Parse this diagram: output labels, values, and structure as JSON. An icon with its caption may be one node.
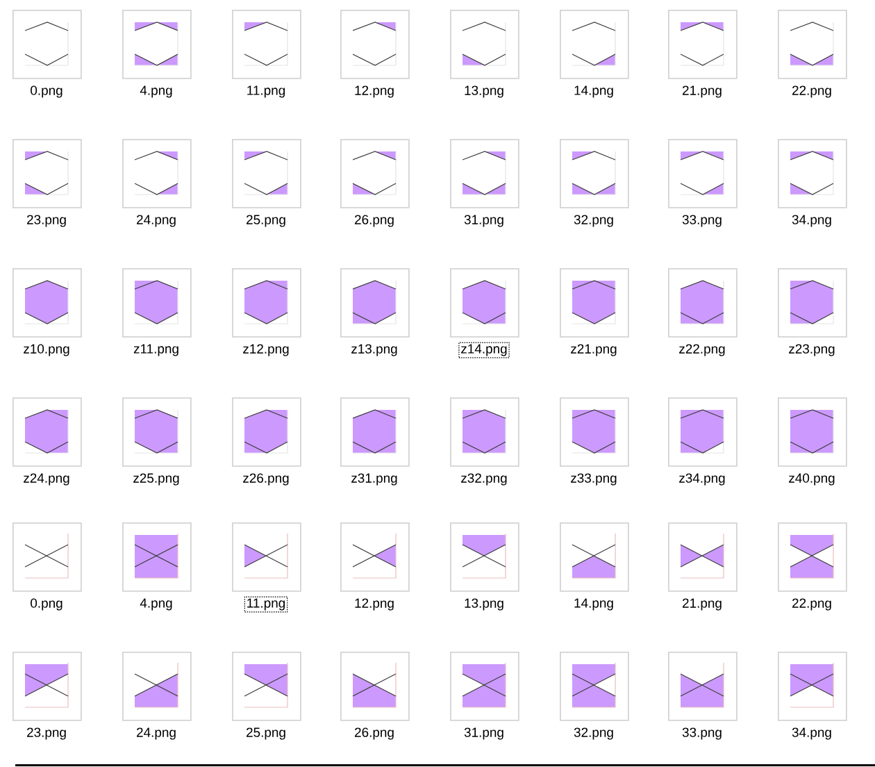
{
  "diagram": {
    "nodes": [
      {
        "text": [],
        "shape": "picture",
        "beside": [
          "0.png"
        ]
      },
      {
        "text": [],
        "shape": "picture",
        "beside": [
          "4.png"
        ]
      },
      {
        "text": [],
        "shape": "picture",
        "beside": [
          "11.png"
        ]
      },
      {
        "text": [],
        "shape": "picture",
        "beside": [
          "12.png"
        ]
      },
      {
        "text": [],
        "shape": "picture",
        "beside": [
          "13.png"
        ]
      },
      {
        "text": [],
        "shape": "picture",
        "beside": [
          "14.png"
        ]
      },
      {
        "text": [],
        "shape": "picture",
        "beside": [
          "21.png"
        ]
      },
      {
        "text": [],
        "shape": "picture",
        "beside": [
          "22.png"
        ]
      },
      {
        "text": [],
        "shape": "picture",
        "beside": [
          "23.png"
        ]
      },
      {
        "text": [],
        "shape": "picture",
        "beside": [
          "24.png"
        ]
      },
      {
        "text": [],
        "shape": "picture",
        "beside": [
          "25.png"
        ]
      },
      {
        "text": [],
        "shape": "picture",
        "beside": [
          "26.png"
        ]
      },
      {
        "text": [],
        "shape": "picture",
        "beside": [
          "31.png"
        ]
      },
      {
        "text": [],
        "shape": "picture",
        "beside": [
          "32.png"
        ]
      },
      {
        "text": [],
        "shape": "picture",
        "beside": [
          "33.png"
        ]
      },
      {
        "text": [],
        "shape": "picture",
        "beside": [
          "34.png"
        ]
      },
      {
        "text": [],
        "shape": "picture",
        "beside": [
          "z10.png"
        ]
      },
      {
        "text": [],
        "shape": "picture",
        "beside": [
          "z11.png"
        ]
      },
      {
        "text": [],
        "shape": "picture",
        "beside": [
          "z12.png"
        ]
      },
      {
        "text": [],
        "shape": "picture",
        "beside": [
          "z13.png"
        ]
      },
      {
        "text": [],
        "shape": "picture",
        "beside": [
          "z14.png"
        ]
      },
      {
        "text": [],
        "shape": "picture",
        "beside": [
          "z21.png"
        ]
      },
      {
        "text": [],
        "shape": "picture",
        "beside": [
          "z22.png"
        ]
      },
      {
        "text": [],
        "shape": "picture",
        "beside": [
          "z23.png"
        ]
      },
      {
        "text": [],
        "shape": "picture",
        "beside": [
          "z24.png"
        ]
      },
      {
        "text": [],
        "shape": "picture",
        "beside": [
          "z25.png"
        ]
      },
      {
        "text": [],
        "shape": "picture",
        "beside": [
          "z26.png"
        ]
      },
      {
        "text": [],
        "shape": "picture",
        "beside": [
          "z31.png"
        ]
      },
      {
        "text": [],
        "shape": "picture",
        "beside": [
          "z32.png"
        ]
      },
      {
        "text": [],
        "shape": "picture",
        "beside": [
          "z33.png"
        ]
      },
      {
        "text": [],
        "shape": "picture",
        "beside": [
          "z34.png"
        ]
      },
      {
        "text": [],
        "shape": "picture",
        "beside": [
          "z40.png"
        ]
      },
      {
        "text": [],
        "shape": "picture",
        "beside": [
          "0.png"
        ]
      },
      {
        "text": [],
        "shape": "picture",
        "beside": [
          "4.png"
        ]
      },
      {
        "text": [],
        "shape": "picture",
        "beside": [
          "11.png"
        ]
      },
      {
        "text": [],
        "shape": "picture",
        "beside": [
          "12.png"
        ]
      },
      {
        "text": [],
        "shape": "picture",
        "beside": [
          "13.png"
        ]
      },
      {
        "text": [],
        "shape": "picture",
        "beside": [
          "14.png"
        ]
      },
      {
        "text": [],
        "shape": "picture",
        "beside": [
          "21.png"
        ]
      },
      {
        "text": [],
        "shape": "picture",
        "beside": [
          "22.png"
        ]
      },
      {
        "text": [],
        "shape": "picture",
        "beside": [
          "23.png"
        ]
      },
      {
        "text": [],
        "shape": "picture",
        "beside": [
          "24.png"
        ]
      },
      {
        "text": [],
        "shape": "picture",
        "beside": [
          "25.png"
        ]
      },
      {
        "text": [],
        "shape": "picture",
        "beside": [
          "26.png"
        ]
      },
      {
        "text": [],
        "shape": "picture",
        "beside": [
          "31.png"
        ]
      },
      {
        "text": [],
        "shape": "picture",
        "beside": [
          "32.png"
        ]
      },
      {
        "text": [],
        "shape": "picture",
        "beside": [
          "33.png"
        ]
      },
      {
        "text": [],
        "shape": "picture",
        "beside": [
          "34.png"
        ]
      }
    ]
  }
}
